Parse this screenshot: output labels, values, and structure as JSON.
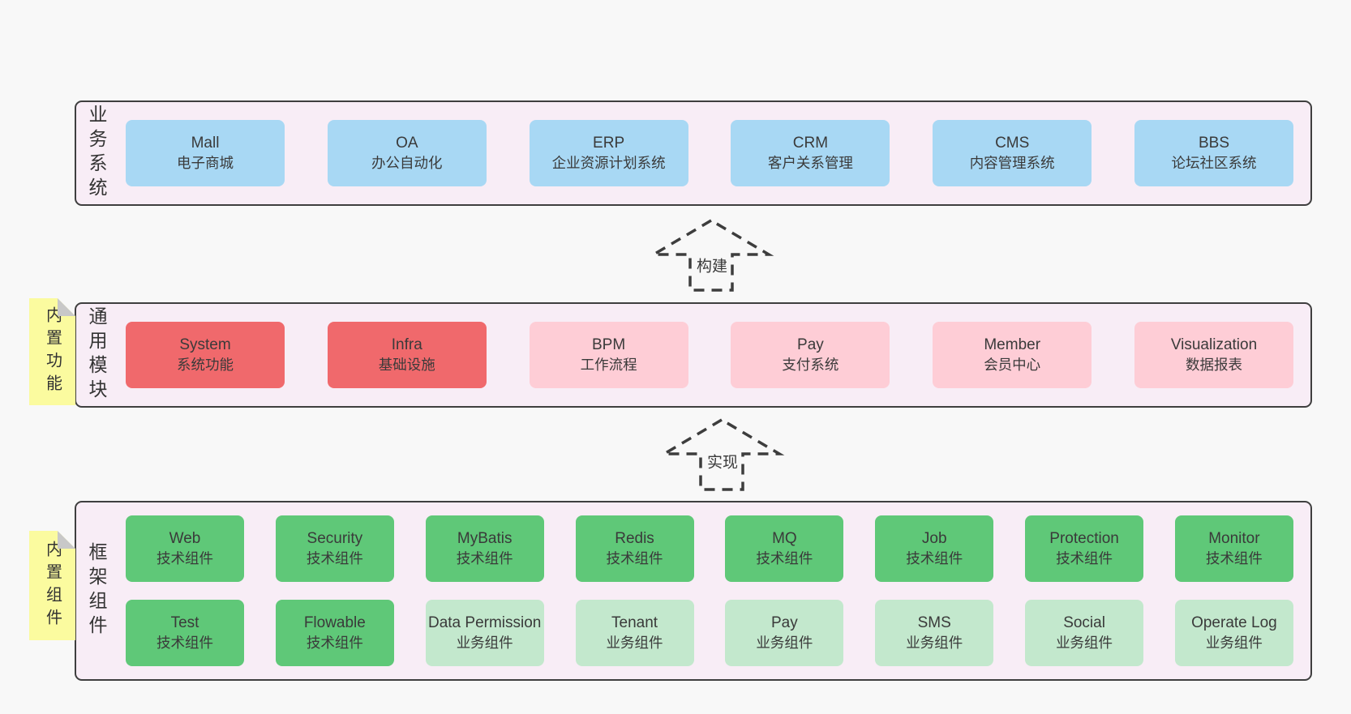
{
  "colors": {
    "blue": "#a8d8f4",
    "red": "#f0696c",
    "pink": "#fecdd6",
    "green": "#5fc878",
    "lightgreen": "#c3e8cd",
    "layer_bg": "#f8edf6",
    "layer_border": "#3f3f3f",
    "note_bg": "#fbfb9f",
    "note_fold": "#c8c8c8",
    "page_bg": "#f8f8f8",
    "text": "#3a3a3a",
    "arrow": "#3d3d3d"
  },
  "arrows": [
    {
      "label": "构建"
    },
    {
      "label": "实现"
    }
  ],
  "layers": [
    {
      "label": "业务系统",
      "rows": [
        [
          {
            "name": "Mall",
            "sub": "电子商城",
            "color": "blue"
          },
          {
            "name": "OA",
            "sub": "办公自动化",
            "color": "blue"
          },
          {
            "name": "ERP",
            "sub": "企业资源计划系统",
            "color": "blue"
          },
          {
            "name": "CRM",
            "sub": "客户关系管理",
            "color": "blue"
          },
          {
            "name": "CMS",
            "sub": "内容管理系统",
            "color": "blue"
          },
          {
            "name": "BBS",
            "sub": "论坛社区系统",
            "color": "blue"
          }
        ]
      ]
    },
    {
      "label": "通用模块",
      "note": "内置功能",
      "rows": [
        [
          {
            "name": "System",
            "sub": "系统功能",
            "color": "red"
          },
          {
            "name": "Infra",
            "sub": "基础设施",
            "color": "red"
          },
          {
            "name": "BPM",
            "sub": "工作流程",
            "color": "pink"
          },
          {
            "name": "Pay",
            "sub": "支付系统",
            "color": "pink"
          },
          {
            "name": "Member",
            "sub": "会员中心",
            "color": "pink"
          },
          {
            "name": "Visualization",
            "sub": "数据报表",
            "color": "pink"
          }
        ]
      ]
    },
    {
      "label": "框架组件",
      "note": "内置组件",
      "rows": [
        [
          {
            "name": "Web",
            "sub": "技术组件",
            "color": "green"
          },
          {
            "name": "Security",
            "sub": "技术组件",
            "color": "green"
          },
          {
            "name": "MyBatis",
            "sub": "技术组件",
            "color": "green"
          },
          {
            "name": "Redis",
            "sub": "技术组件",
            "color": "green"
          },
          {
            "name": "MQ",
            "sub": "技术组件",
            "color": "green"
          },
          {
            "name": "Job",
            "sub": "技术组件",
            "color": "green"
          },
          {
            "name": "Protection",
            "sub": "技术组件",
            "color": "green"
          },
          {
            "name": "Monitor",
            "sub": "技术组件",
            "color": "green"
          }
        ],
        [
          {
            "name": "Test",
            "sub": "技术组件",
            "color": "green"
          },
          {
            "name": "Flowable",
            "sub": "技术组件",
            "color": "green"
          },
          {
            "name": "Data Permission",
            "sub": "业务组件",
            "color": "lightgreen"
          },
          {
            "name": "Tenant",
            "sub": "业务组件",
            "color": "lightgreen"
          },
          {
            "name": "Pay",
            "sub": "业务组件",
            "color": "lightgreen"
          },
          {
            "name": "SMS",
            "sub": "业务组件",
            "color": "lightgreen"
          },
          {
            "name": "Social",
            "sub": "业务组件",
            "color": "lightgreen"
          },
          {
            "name": "Operate Log",
            "sub": "业务组件",
            "color": "lightgreen"
          }
        ]
      ]
    }
  ]
}
